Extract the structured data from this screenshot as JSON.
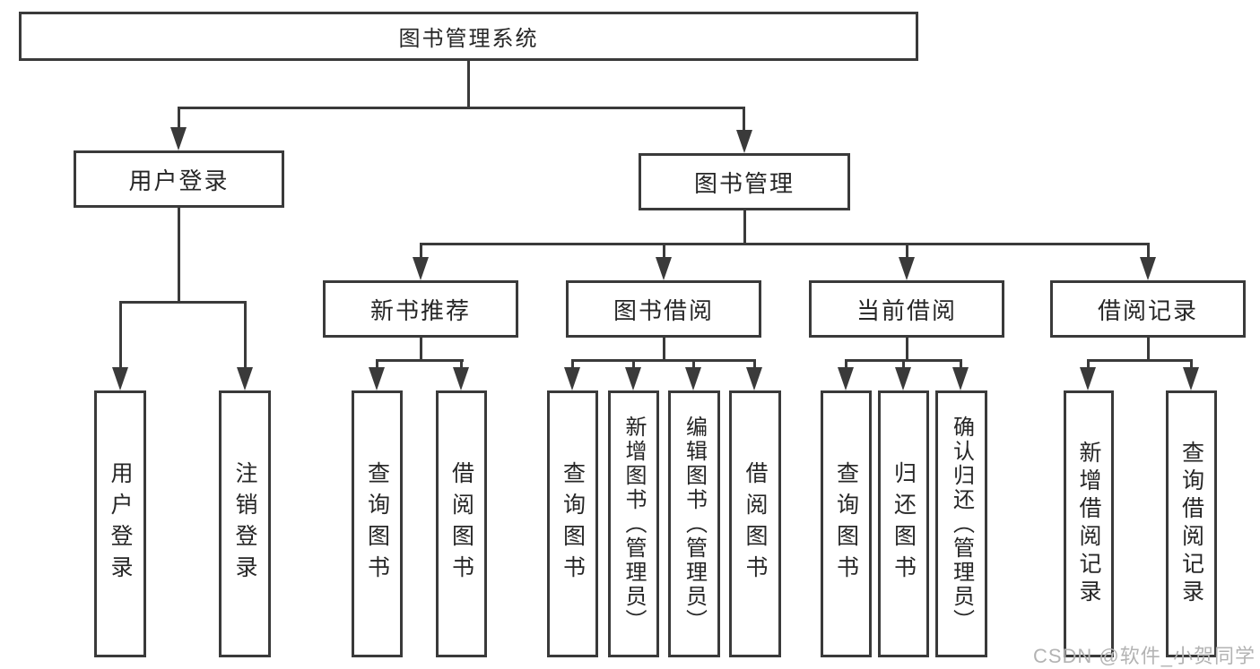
{
  "colors": {
    "line": "#3a3a3a",
    "text": "#262626",
    "watermark": "#b3b3b3",
    "background": "#ffffff"
  },
  "watermark": "CSDN @软件_小贺同学",
  "tree": {
    "label": "图书管理系统",
    "children": [
      {
        "label": "用户登录",
        "children": [
          {
            "label": "用户登录"
          },
          {
            "label": "注销登录"
          }
        ]
      },
      {
        "label": "图书管理",
        "children": [
          {
            "label": "新书推荐",
            "children": [
              {
                "label": "查询图书"
              },
              {
                "label": "借阅图书"
              }
            ]
          },
          {
            "label": "图书借阅",
            "children": [
              {
                "label": "查询图书"
              },
              {
                "label": "新增图书（管理员）"
              },
              {
                "label": "编辑图书（管理员）"
              },
              {
                "label": "借阅图书"
              }
            ]
          },
          {
            "label": "当前借阅",
            "children": [
              {
                "label": "查询图书"
              },
              {
                "label": "归还图书"
              },
              {
                "label": "确认归还（管理员）"
              }
            ]
          },
          {
            "label": "借阅记录",
            "children": [
              {
                "label": "新增借阅记录"
              },
              {
                "label": "查询借阅记录"
              }
            ]
          }
        ]
      }
    ]
  }
}
